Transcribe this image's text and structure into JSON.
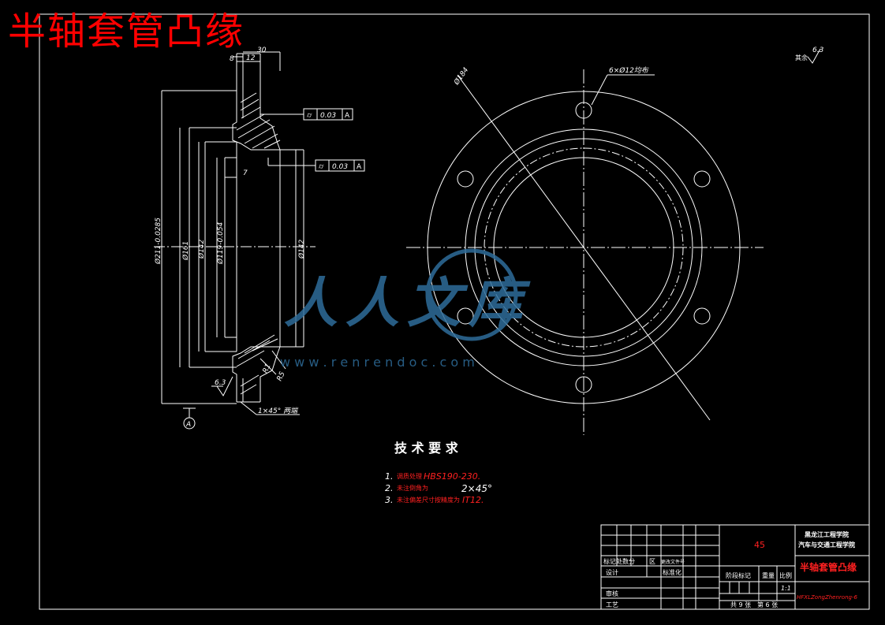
{
  "title": "半轴套管凸缘",
  "colors": {
    "background": "#000000",
    "lines": "#ffffff",
    "red": "#ff2020",
    "watermark": "#2e6d9a"
  },
  "section_view": {
    "dims_top": [
      "8",
      "12",
      "30"
    ],
    "gdt_1": {
      "symbol": "⌭",
      "value": "0.03",
      "datum": "A"
    },
    "gdt_2": {
      "symbol": "⌭",
      "value": "0.03",
      "datum": "A"
    },
    "dim_7": "7",
    "diameters": [
      "Ø211-0.0285",
      "Ø161",
      "Ø142",
      "Ø119-0.054",
      "Ø142"
    ],
    "radii": [
      "R1",
      "R5"
    ],
    "roughness": "6.3",
    "chamfer": "1×45° 两端",
    "datum": "A"
  },
  "front_view": {
    "d184": "Ø184",
    "holes": "6×Ø12均布",
    "roughness_all": {
      "label": "其余",
      "value": "6.3"
    }
  },
  "watermark": {
    "text": "人人文库",
    "url": "w w w . r e n r e n d o c . c o m"
  },
  "tech": {
    "heading": "技 术 要 求",
    "items": [
      {
        "num": "1.",
        "label": "调质处理",
        "value": "HBS190-230."
      },
      {
        "num": "2.",
        "label": "未注倒角为",
        "value": "2×45°"
      },
      {
        "num": "3.",
        "label": "未注偏差尺寸按精度为",
        "value": "IT12."
      }
    ]
  },
  "title_block": {
    "material": "45",
    "school_1": "黑龙江工程学院",
    "school_2": "汽车与交通工程学院",
    "part_name": "半轴套管凸缘",
    "row_mark": "标记处数分",
    "row_mark_2": "区",
    "row_mark_3": "更改文件号",
    "design": "设计",
    "standardize": "标准化",
    "stage_mark": "阶段标记",
    "weight": "重量",
    "scale_label": "比例",
    "scale": "1:1",
    "review": "审核",
    "process": "工艺",
    "sheets_total": "共 9 张",
    "sheet_no": "第 6 张",
    "code": "HFXLZongZhenrong-6"
  }
}
